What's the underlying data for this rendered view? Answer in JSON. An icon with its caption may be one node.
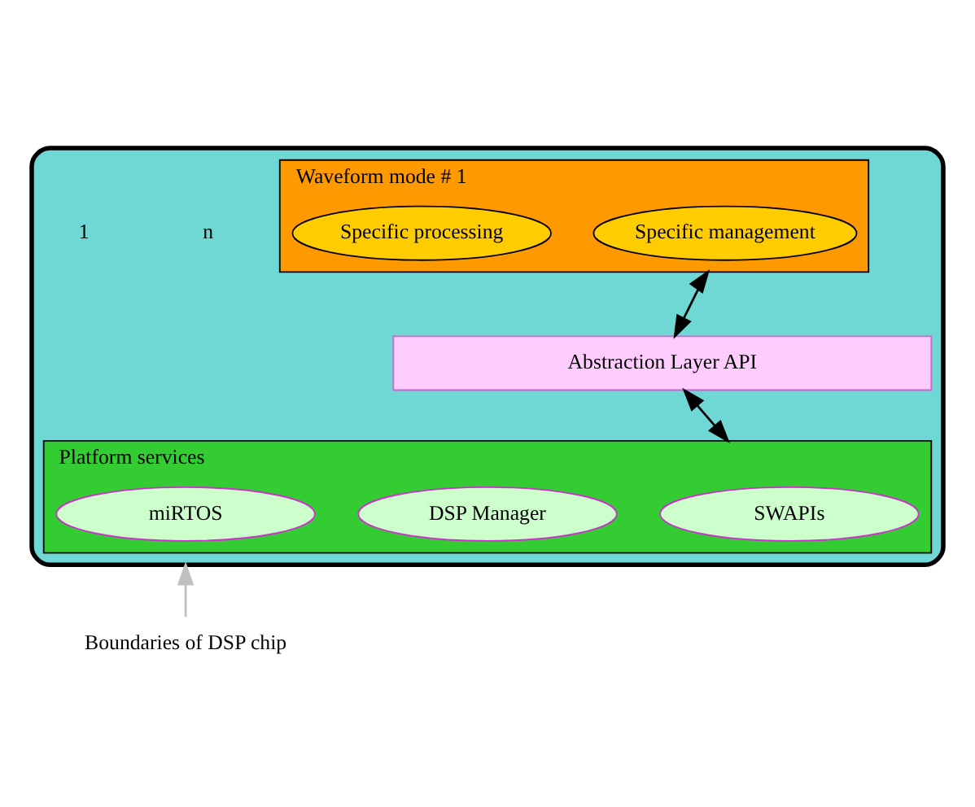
{
  "diagram": {
    "nodes": [
      {
        "text": [],
        "shape": "box"
      },
      {
        "text": [
          "Waveform mode # 1"
        ],
        "in": 0
      },
      {
        "text": [
          "Specific management"
        ],
        "in": 1
      },
      {
        "text": [
          "Specific processing"
        ],
        "in": 1
      },
      {
        "text": [
          "Abstraction Layer API"
        ],
        "in": 0
      },
      {
        "text": [
          "Platform services"
        ],
        "in": 0
      },
      {
        "text": [
          "SWAPIs"
        ],
        "in": 5
      },
      {
        "text": [
          "DSP Manager"
        ],
        "in": 5
      },
      {
        "text": [
          "miRTOS"
        ],
        "in": 5
      },
      {
        "text": [
          "Boundaries of DSP chip"
        ]
      }
    ],
    "edges": [
      {
        "from": 1,
        "to": 4,
        "arrow": "both"
      },
      {
        "from": 4,
        "to": 5,
        "arrow": "both"
      },
      {
        "from": 9,
        "to": 0,
        "arrow": "to",
        "color": "#c0c0c0"
      }
    ],
    "labels": [
      "n",
      "1"
    ]
  }
}
